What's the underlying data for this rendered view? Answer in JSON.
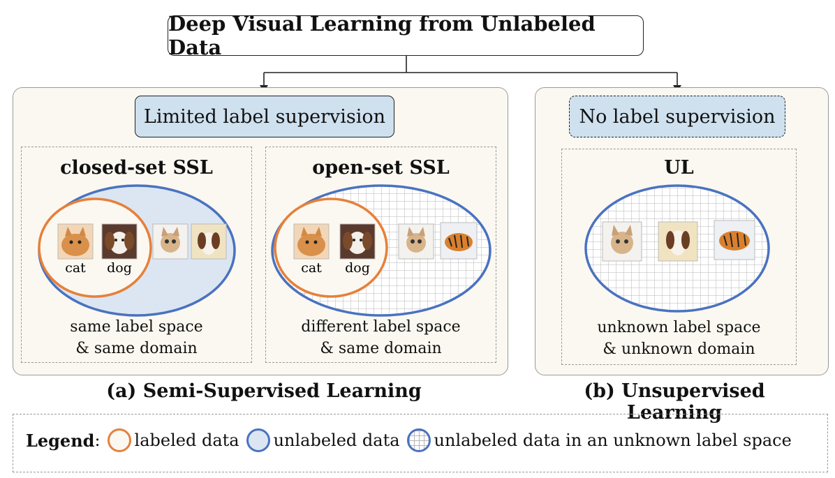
{
  "title": "Deep Visual Learning from Unlabeled Data",
  "semi": {
    "supervision_label": "Limited label supervision",
    "section_label": "(a) Semi-Supervised Learning",
    "closed": {
      "title": "closed-set SSL",
      "caption_line1": "same label space",
      "caption_line2": "& same domain",
      "img_labels": [
        "cat",
        "dog"
      ]
    },
    "open": {
      "title": "open-set SSL",
      "caption_line1": "different label space",
      "caption_line2": "& same domain",
      "img_labels": [
        "cat",
        "dog"
      ]
    }
  },
  "unsup": {
    "supervision_label": "No label supervision",
    "section_label": "(b) Unsupervised Learning",
    "ul": {
      "title": "UL",
      "caption_line1": "unknown label space",
      "caption_line2": "& unknown domain"
    }
  },
  "legend": {
    "heading": "Legend",
    "colon": ":",
    "labeled": "labeled data",
    "unlabeled": "unlabeled data",
    "unknown": "unlabeled data in an unknown label space"
  },
  "colors": {
    "orange": "#e6803a",
    "blue": "#4a72c0",
    "blue_fill": "#dbe6f2",
    "box_fill": "#cfe0ef",
    "panel_fill": "#fbf8f1"
  }
}
